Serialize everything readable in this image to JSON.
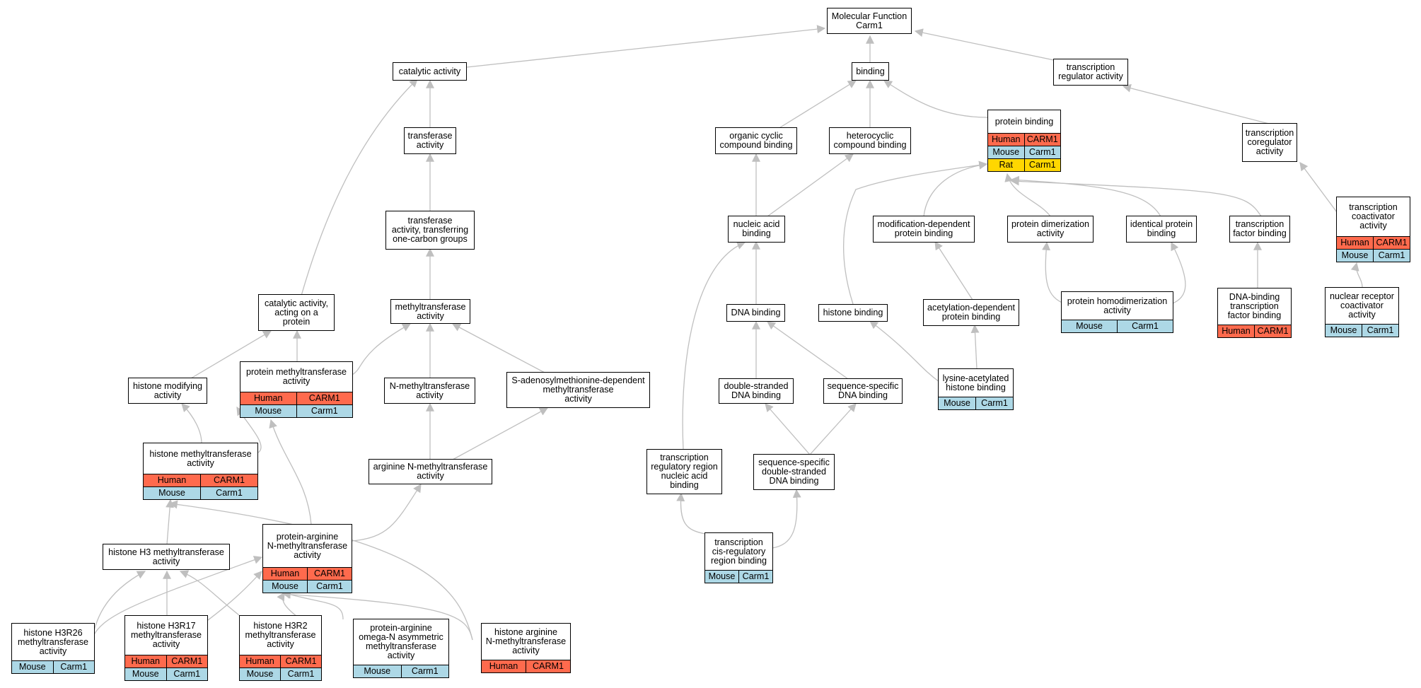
{
  "colors": {
    "Human": "#ff6a4d",
    "Mouse": "#add8e6",
    "Rat": "#ffd700",
    "edge": "#bfbfbf"
  },
  "nodes": [
    {
      "id": "mf",
      "lines": [
        "Molecular Function",
        "Carm1"
      ],
      "rows": []
    },
    {
      "id": "catalytic",
      "lines": [
        "catalytic activity"
      ],
      "rows": []
    },
    {
      "id": "binding",
      "lines": [
        "binding"
      ],
      "rows": []
    },
    {
      "id": "txreg",
      "lines": [
        "transcription",
        "regulator activity"
      ],
      "rows": []
    },
    {
      "id": "transferase",
      "lines": [
        "transferase",
        "activity"
      ],
      "rows": []
    },
    {
      "id": "organic",
      "lines": [
        "organic cyclic",
        "compound binding"
      ],
      "rows": []
    },
    {
      "id": "heterocyclic",
      "lines": [
        "heterocyclic",
        "compound binding"
      ],
      "rows": []
    },
    {
      "id": "protbind",
      "lines": [
        "protein binding"
      ],
      "rows": [
        [
          "Human",
          "CARM1"
        ],
        [
          "Mouse",
          "Carm1"
        ],
        [
          "Rat",
          "Carm1"
        ]
      ]
    },
    {
      "id": "txcoreg",
      "lines": [
        "transcription",
        "coregulator",
        "activity"
      ],
      "rows": []
    },
    {
      "id": "transf1c",
      "lines": [
        "transferase",
        "activity, transferring",
        "one-carbon groups"
      ],
      "rows": []
    },
    {
      "id": "nucacid",
      "lines": [
        "nucleic acid",
        "binding"
      ],
      "rows": []
    },
    {
      "id": "moddep",
      "lines": [
        "modification-dependent",
        "protein binding"
      ],
      "rows": []
    },
    {
      "id": "protdimer",
      "lines": [
        "protein dimerization",
        "activity"
      ],
      "rows": []
    },
    {
      "id": "identical",
      "lines": [
        "identical protein",
        "binding"
      ],
      "rows": []
    },
    {
      "id": "tfbind",
      "lines": [
        "transcription",
        "factor binding"
      ],
      "rows": []
    },
    {
      "id": "txcoact",
      "lines": [
        "transcription",
        "coactivator",
        "activity"
      ],
      "rows": [
        [
          "Human",
          "CARM1"
        ],
        [
          "Mouse",
          "Carm1"
        ]
      ]
    },
    {
      "id": "catprot",
      "lines": [
        "catalytic activity,",
        "acting on a",
        "protein"
      ],
      "rows": []
    },
    {
      "id": "methyltrans",
      "lines": [
        "methyltransferase",
        "activity"
      ],
      "rows": []
    },
    {
      "id": "dnabind",
      "lines": [
        "DNA binding"
      ],
      "rows": []
    },
    {
      "id": "histbind",
      "lines": [
        "histone binding"
      ],
      "rows": []
    },
    {
      "id": "acetyldep",
      "lines": [
        "acetylation-dependent",
        "protein binding"
      ],
      "rows": []
    },
    {
      "id": "homodimer",
      "lines": [
        "protein homodimerization",
        "activity"
      ],
      "rows": [
        [
          "Mouse",
          "Carm1"
        ]
      ]
    },
    {
      "id": "dnabindtf",
      "lines": [
        "DNA-binding",
        "transcription",
        "factor binding"
      ],
      "rows": [
        [
          "Human",
          "CARM1"
        ]
      ]
    },
    {
      "id": "nrcoact",
      "lines": [
        "nuclear receptor",
        "coactivator",
        "activity"
      ],
      "rows": [
        [
          "Mouse",
          "Carm1"
        ]
      ]
    },
    {
      "id": "histmod",
      "lines": [
        "histone modifying",
        "activity"
      ],
      "rows": []
    },
    {
      "id": "protmethyl",
      "lines": [
        "protein methyltransferase",
        "activity"
      ],
      "rows": [
        [
          "Human",
          "CARM1"
        ],
        [
          "Mouse",
          "Carm1"
        ]
      ]
    },
    {
      "id": "nmethyl",
      "lines": [
        "N-methyltransferase",
        "activity"
      ],
      "rows": []
    },
    {
      "id": "sam",
      "lines": [
        "S-adenosylmethionine-dependent",
        "methyltransferase",
        "activity"
      ],
      "rows": []
    },
    {
      "id": "dsdna",
      "lines": [
        "double-stranded",
        "DNA binding"
      ],
      "rows": []
    },
    {
      "id": "seqdna",
      "lines": [
        "sequence-specific",
        "DNA binding"
      ],
      "rows": []
    },
    {
      "id": "lysacetyl",
      "lines": [
        "lysine-acetylated",
        "histone binding"
      ],
      "rows": [
        [
          "Mouse",
          "Carm1"
        ]
      ]
    },
    {
      "id": "histmethyl",
      "lines": [
        "histone methyltransferase",
        "activity"
      ],
      "rows": [
        [
          "Human",
          "CARM1"
        ],
        [
          "Mouse",
          "Carm1"
        ]
      ]
    },
    {
      "id": "argnmethyl",
      "lines": [
        "arginine N-methyltransferase",
        "activity"
      ],
      "rows": []
    },
    {
      "id": "txregnuc",
      "lines": [
        "transcription",
        "regulatory region",
        "nucleic acid",
        "binding"
      ],
      "rows": []
    },
    {
      "id": "seqdsdna",
      "lines": [
        "sequence-specific",
        "double-stranded",
        "DNA binding"
      ],
      "rows": []
    },
    {
      "id": "protarg",
      "lines": [
        "protein-arginine",
        "N-methyltransferase",
        "activity"
      ],
      "rows": [
        [
          "Human",
          "CARM1"
        ],
        [
          "Mouse",
          "Carm1"
        ]
      ]
    },
    {
      "id": "h3methyl",
      "lines": [
        "histone H3 methyltransferase",
        "activity"
      ],
      "rows": []
    },
    {
      "id": "txcis",
      "lines": [
        "transcription",
        "cis-regulatory",
        "region binding"
      ],
      "rows": [
        [
          "Mouse",
          "Carm1"
        ]
      ]
    },
    {
      "id": "h3r26",
      "lines": [
        "histone H3R26",
        "methyltransferase",
        "activity"
      ],
      "rows": [
        [
          "Mouse",
          "Carm1"
        ]
      ]
    },
    {
      "id": "h3r17",
      "lines": [
        "histone H3R17",
        "methyltransferase",
        "activity"
      ],
      "rows": [
        [
          "Human",
          "CARM1"
        ],
        [
          "Mouse",
          "Carm1"
        ]
      ]
    },
    {
      "id": "h3r2",
      "lines": [
        "histone H3R2",
        "methyltransferase",
        "activity"
      ],
      "rows": [
        [
          "Human",
          "CARM1"
        ],
        [
          "Mouse",
          "Carm1"
        ]
      ]
    },
    {
      "id": "omegaN",
      "lines": [
        "protein-arginine",
        "omega-N asymmetric",
        "methyltransferase",
        "activity"
      ],
      "rows": [
        [
          "Mouse",
          "Carm1"
        ]
      ]
    },
    {
      "id": "histargN",
      "lines": [
        "histone arginine",
        "N-methyltransferase",
        "activity"
      ],
      "rows": [
        [
          "Human",
          "CARM1"
        ]
      ]
    }
  ]
}
